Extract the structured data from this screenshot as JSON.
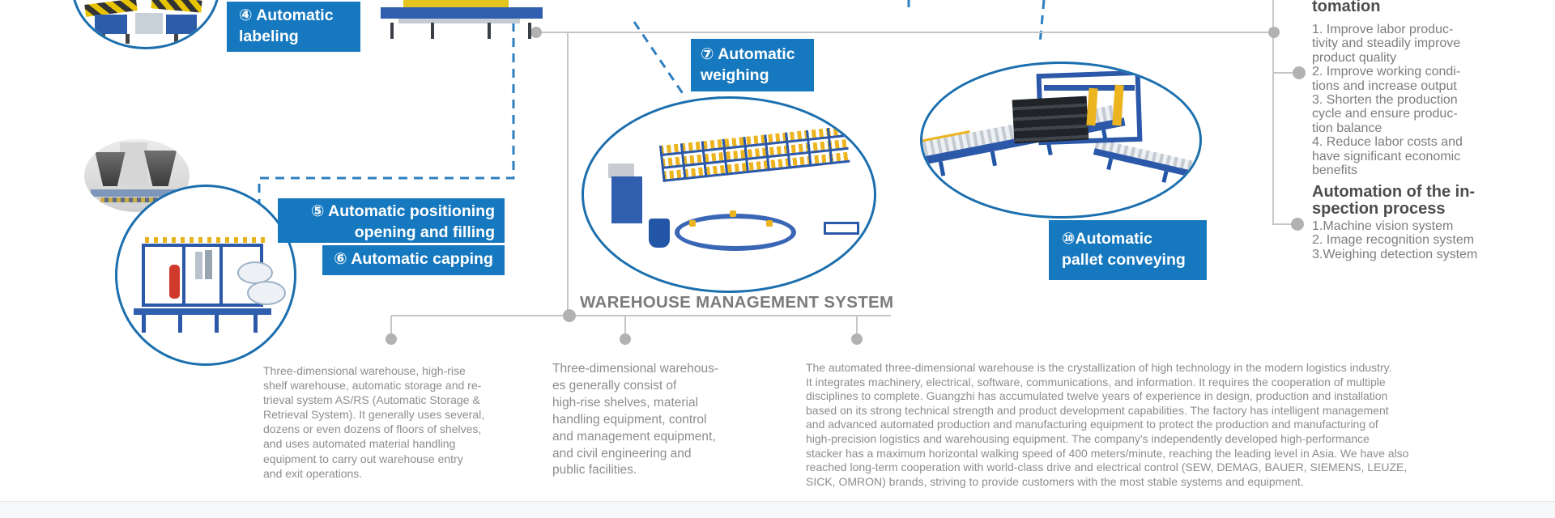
{
  "steps": {
    "step4_label": "④ Automatic\nlabeling",
    "step5_label": "⑤ Automatic positioning\nopening and filling",
    "step6_label": "⑥ Automatic capping",
    "step7_label": "⑦ Automatic\nweighing",
    "step10_label": "⑩Automatic\npallet conveying"
  },
  "automation_panel": {
    "heading_fragment": "tomation",
    "benefits": [
      "1. Improve labor produc-\ntivity and steadily improve\nproduct quality",
      "2. Improve working condi-\ntions and increase output",
      "3. Shorten the production\ncycle and ensure produc-\ntion balance",
      "4. Reduce labor costs and\nhave significant economic\nbenefits"
    ],
    "inspection_heading": "Automation of the in-\nspection process",
    "inspection_items": [
      "1.Machine vision system",
      "2. Image recognition system",
      "3.Weighing detection system"
    ]
  },
  "warehouse_section": {
    "heading": "WAREHOUSE MANAGEMENT SYSTEM",
    "paragraph1": "Three-dimensional warehouse, high-rise\nshelf warehouse, automatic storage and re-\ntrieval system AS/RS (Automatic Storage &\nRetrieval System). It generally uses several,\ndozens or even dozens of floors of shelves,\nand uses automated material handling\nequipment to carry out warehouse entry\nand exit operations.",
    "paragraph2": "Three-dimensional warehous-\nes generally consist of\nhigh-rise shelves, material\nhandling equipment, control\nand management equipment,\nand civil engineering and\npublic facilities.",
    "paragraph3": "The automated three-dimensional warehouse is the crystallization of high technology in the modern logistics industry.\nIt integrates machinery, electrical, software, communications, and information. It requires the cooperation of multiple\ndisciplines to complete. Guangzhi has accumulated twelve years of experience in design, production and installation\nbased on its strong technical strength and product development capabilities. The factory has intelligent management\nand advanced automated production and manufacturing equipment to protect the production and manufacturing of\nhigh-precision logistics and warehousing equipment. The company's independently developed high-performance\nstacker has a maximum horizontal walking speed of 400 meters/minute, reaching the leading level in Asia. We have also\nreached long-term cooperation with world-class drive and electrical control (SEW, DEMAG, BAUER, SIEMENS, LEUZE,\nSICK, OMRON) brands, striving to provide customers with the most stable systems and equipment."
  },
  "colors": {
    "label_blue": "#1678be",
    "dashed_blue": "#2e7fc0",
    "ellipse_border_blue": "#1b6fae",
    "connector_gray": "#c6c6c6",
    "dot_gray": "#b2b2b2",
    "heading_gray": "#7b7b7b",
    "dark_heading_gray": "#4d4d4d",
    "body_text_gray": "#8d8d8d"
  }
}
